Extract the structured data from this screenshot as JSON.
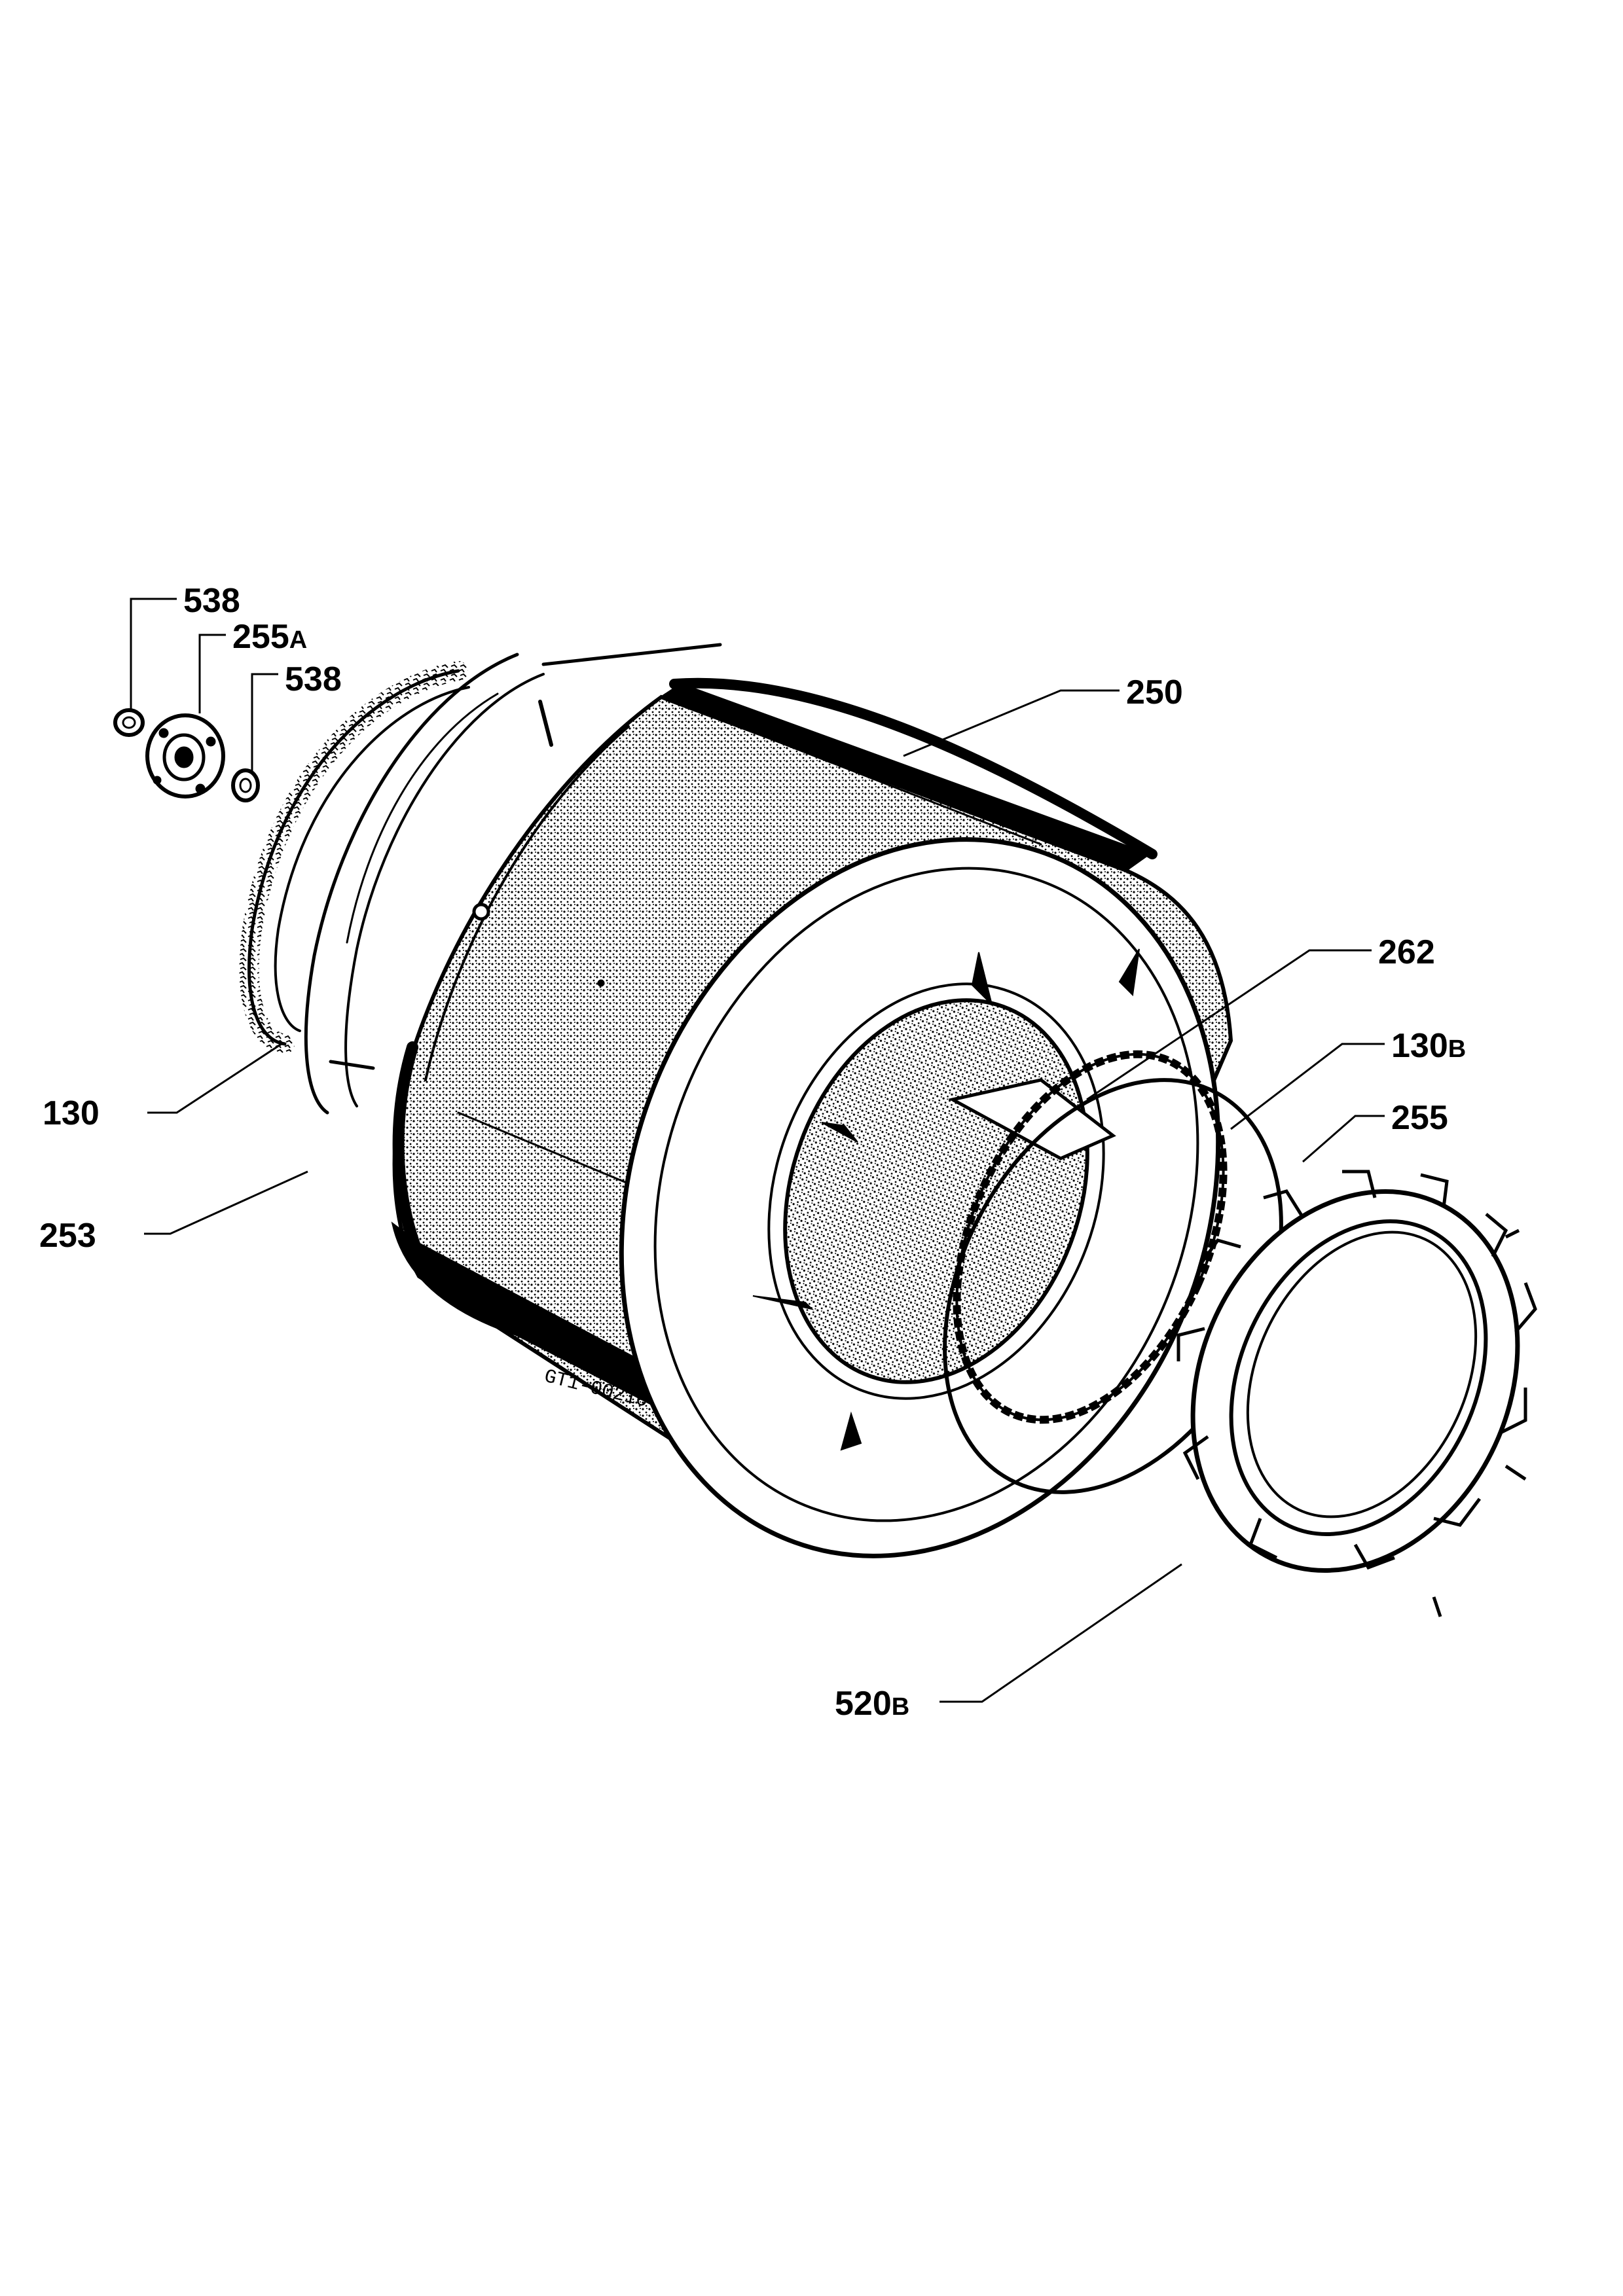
{
  "callouts": {
    "c538a": "538",
    "c255a_num": "255",
    "c255a_suf": "A",
    "c538b": "538",
    "c250": "250",
    "c262": "262",
    "c130b_num": "130",
    "c130b_suf": "B",
    "c255": "255",
    "c130": "130",
    "c253": "253",
    "c520b_num": "520",
    "c520b_suf": "B"
  },
  "drawing_code": "GT1-00210",
  "colors": {
    "ink": "#000000",
    "paper": "#ffffff"
  }
}
